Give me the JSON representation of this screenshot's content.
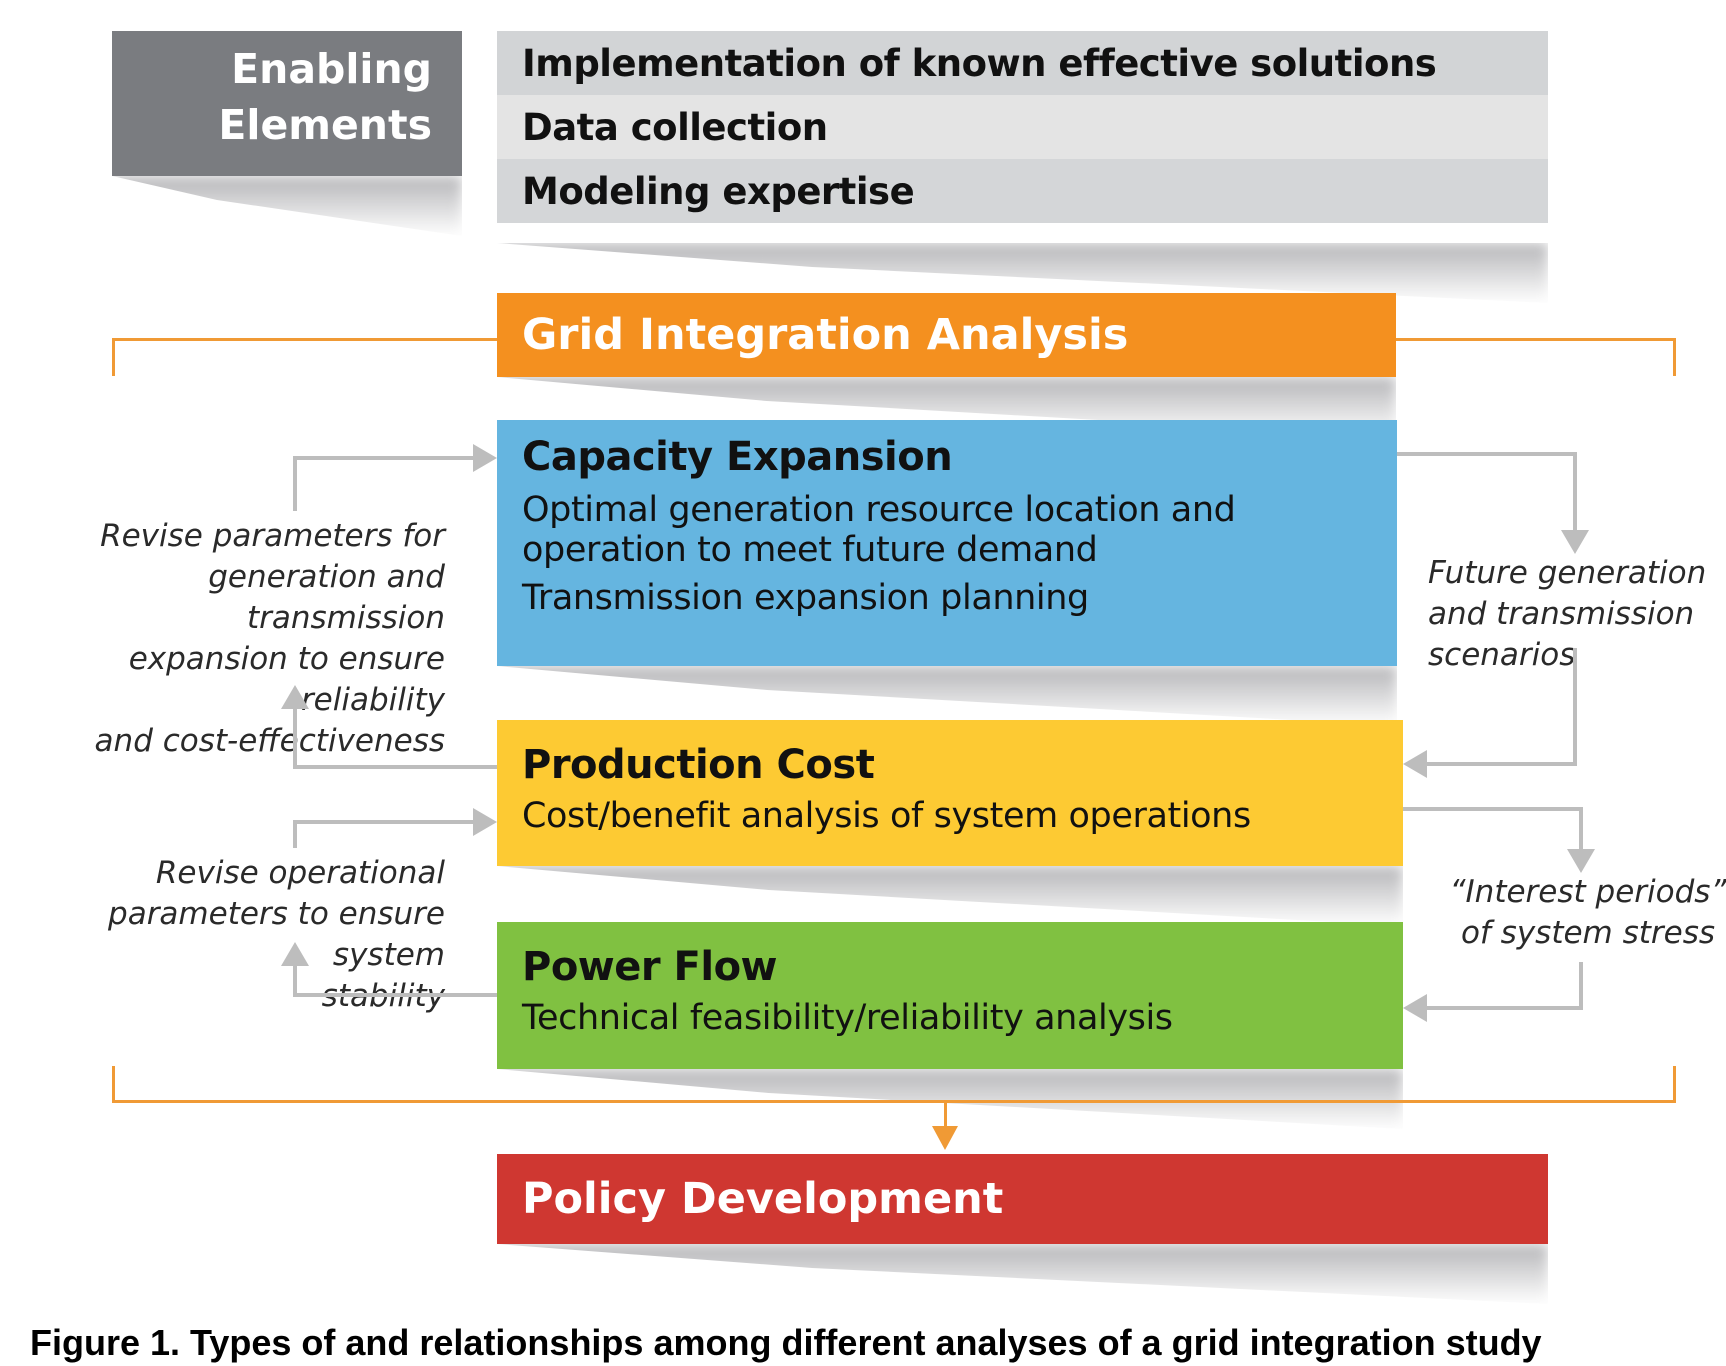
{
  "enabling_elements": {
    "label_line1": "Enabling",
    "label_line2": "Elements",
    "items": [
      "Implementation of known effective solutions",
      "Data collection",
      "Modeling expertise"
    ]
  },
  "grid_integration": {
    "title": "Grid Integration Analysis"
  },
  "analyses": [
    {
      "title": "Capacity Expansion",
      "lines": [
        "Optimal generation resource location and",
        "operation to meet future demand",
        "Transmission expansion planning"
      ],
      "color": "#65b5e0"
    },
    {
      "title": "Production Cost",
      "lines": [
        "Cost/benefit analysis of system operations"
      ],
      "color": "#fdca33"
    },
    {
      "title": "Power Flow",
      "lines": [
        "Technical feasibility/reliability analysis"
      ],
      "color": "#80c141"
    }
  ],
  "feedback_notes": {
    "left_top": [
      "Revise parameters for",
      "generation and transmission",
      "expansion to ensure reliability",
      "and cost-effectiveness"
    ],
    "left_bottom": [
      "Revise operational",
      "parameters to ensure system",
      "stability"
    ],
    "right_top": [
      "Future generation",
      "and transmission",
      "scenarios"
    ],
    "right_bottom": [
      "“Interest periods”",
      "of  system stress"
    ]
  },
  "policy": {
    "title": "Policy Development"
  },
  "caption": "Figure 1. Types of and relationships among different analyses of a grid integration study",
  "colors": {
    "enabling": "#7a7c80",
    "grid_integration": "#f4901f",
    "policy": "#cf3731",
    "connector_gray": "#bdbdbd",
    "bracket_orange": "#f09a35"
  }
}
